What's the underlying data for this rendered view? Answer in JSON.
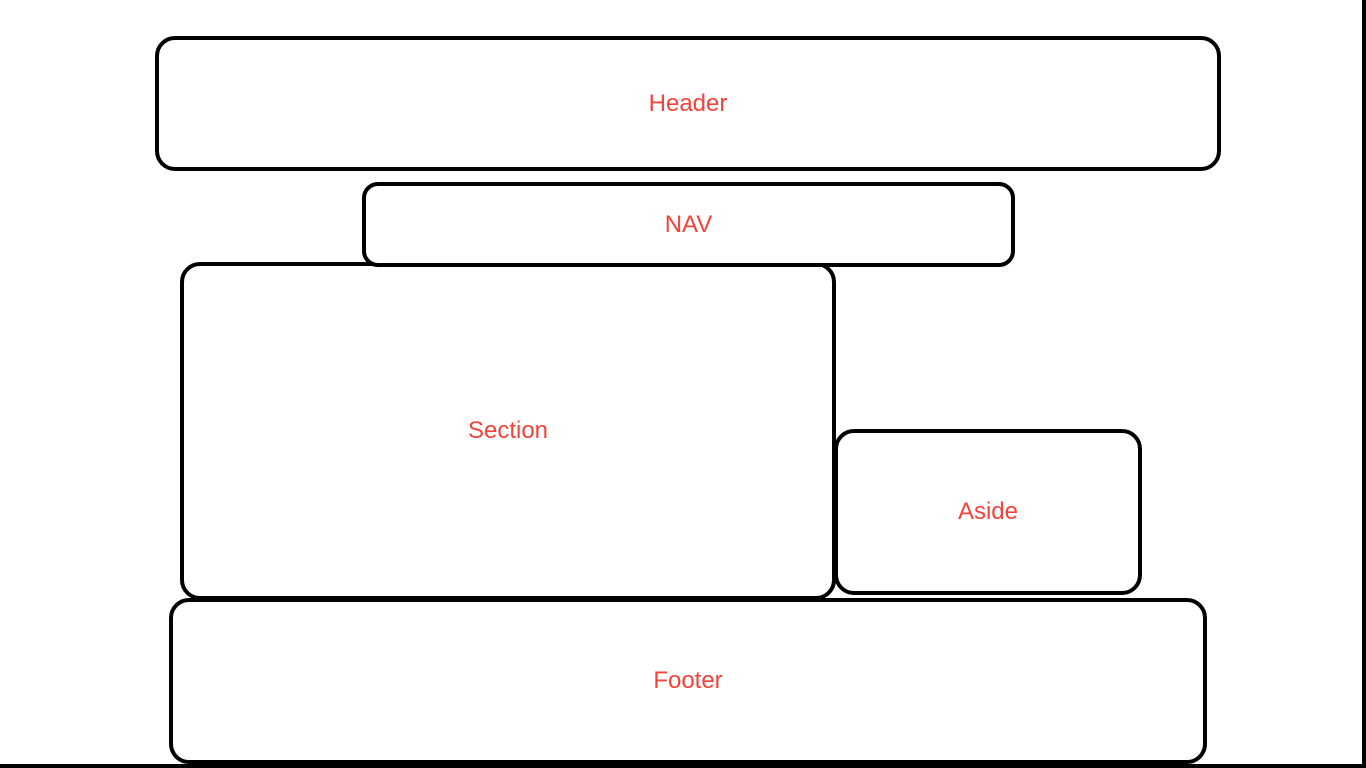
{
  "colors": {
    "label_text": "#f4433b",
    "box_border": "#000000",
    "background": "#ffffff"
  },
  "layout": {
    "header": "Header",
    "nav": "NAV",
    "section": "Section",
    "aside": "Aside",
    "footer": "Footer"
  }
}
